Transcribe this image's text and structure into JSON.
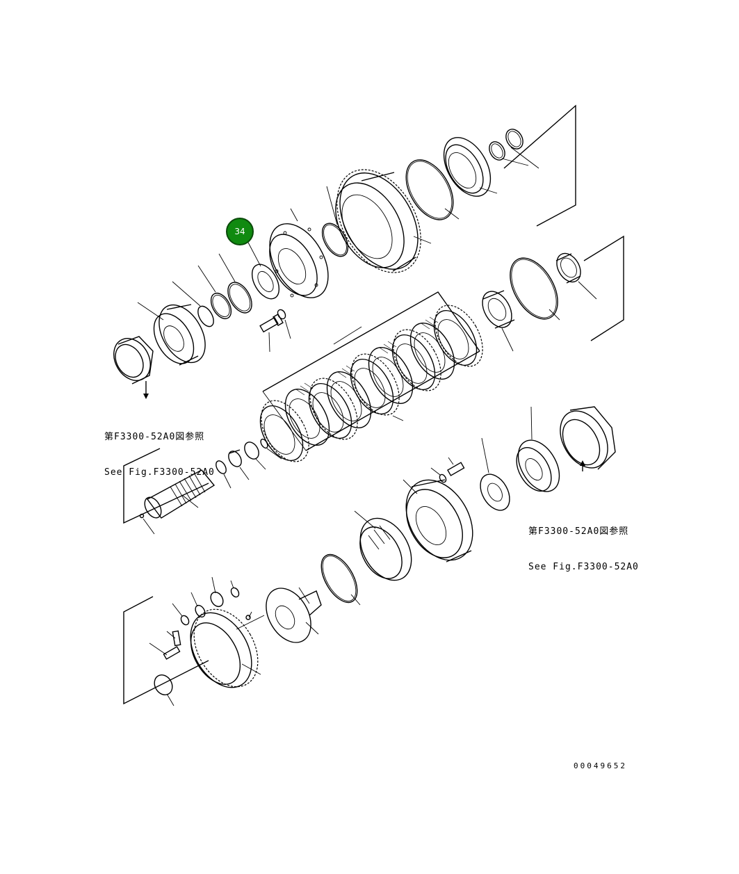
{
  "callout": {
    "number": "34",
    "color": "#108a10"
  },
  "references": [
    {
      "jp": "第F3300-52A0図参照",
      "en": "See Fig.F3300-52A0"
    },
    {
      "jp": "第F3300-52A0図参照",
      "en": "See Fig.F3300-52A0"
    }
  ],
  "drawing_number": "00049652"
}
